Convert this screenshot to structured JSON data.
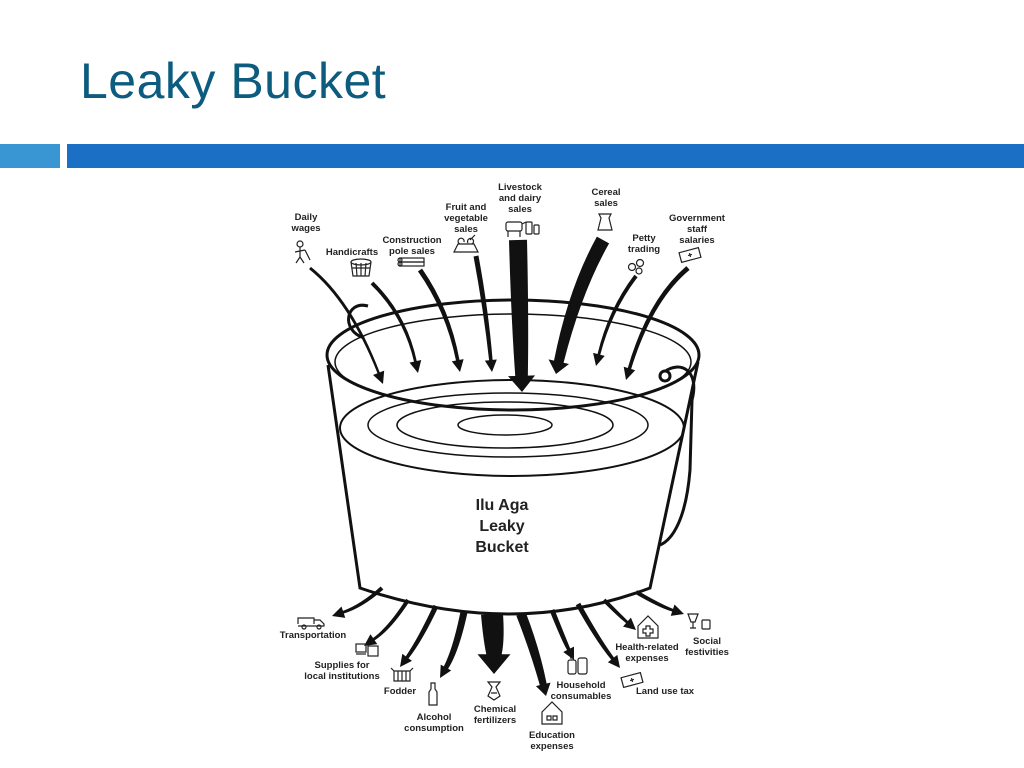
{
  "slide": {
    "title": "Leaky Bucket"
  },
  "diagram": {
    "center_label": [
      "Ilu Aga",
      "Leaky",
      "Bucket"
    ],
    "inflows": [
      {
        "id": "daily-wages",
        "lines": [
          "Daily",
          "wages"
        ],
        "icon": "worker-icon"
      },
      {
        "id": "handicrafts",
        "lines": [
          "Handicrafts"
        ],
        "icon": "basket-icon"
      },
      {
        "id": "construction-pole-sales",
        "lines": [
          "Construction",
          "pole sales"
        ],
        "icon": "logs-icon"
      },
      {
        "id": "fruit-vegetable-sales",
        "lines": [
          "Fruit and",
          "vegetable",
          "sales"
        ],
        "icon": "produce-icon"
      },
      {
        "id": "livestock-dairy-sales",
        "lines": [
          "Livestock",
          "and dairy",
          "sales"
        ],
        "icon": "cow-icon"
      },
      {
        "id": "cereal-sales",
        "lines": [
          "Cereal",
          "sales"
        ],
        "icon": "grain-sack-icon"
      },
      {
        "id": "petty-trading",
        "lines": [
          "Petty",
          "trading"
        ],
        "icon": "coins-icon"
      },
      {
        "id": "government-staff-salaries",
        "lines": [
          "Government",
          "staff",
          "salaries"
        ],
        "icon": "banknote-icon"
      }
    ],
    "outflows": [
      {
        "id": "transportation",
        "lines": [
          "Transportation"
        ],
        "icon": "truck-icon"
      },
      {
        "id": "supplies-local-institutions",
        "lines": [
          "Supplies for",
          "local institutions"
        ],
        "icon": "supplies-icon"
      },
      {
        "id": "fodder",
        "lines": [
          "Fodder"
        ],
        "icon": "fodder-icon"
      },
      {
        "id": "alcohol-consumption",
        "lines": [
          "Alcohol",
          "consumption"
        ],
        "icon": "bottle-icon"
      },
      {
        "id": "chemical-fertilizers",
        "lines": [
          "Chemical",
          "fertilizers"
        ],
        "icon": "fertilizer-icon"
      },
      {
        "id": "education-expenses",
        "lines": [
          "Education",
          "expenses"
        ],
        "icon": "school-icon"
      },
      {
        "id": "household-consumables",
        "lines": [
          "Household",
          "consumables"
        ],
        "icon": "jars-icon"
      },
      {
        "id": "land-use-tax",
        "lines": [
          "Land use tax"
        ],
        "icon": "tax-banknote-icon"
      },
      {
        "id": "health-related-expenses",
        "lines": [
          "Health-related",
          "expenses"
        ],
        "icon": "health-icon"
      },
      {
        "id": "social-festivities",
        "lines": [
          "Social",
          "festivities"
        ],
        "icon": "cups-icon"
      }
    ]
  }
}
